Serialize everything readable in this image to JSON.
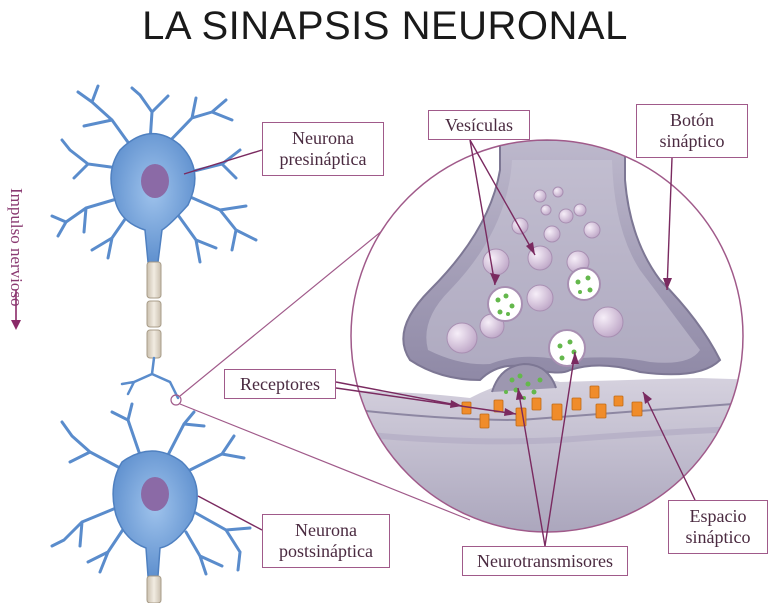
{
  "title": "LA SINAPSIS NEURONAL",
  "labels": {
    "presynaptic_neuron": "Neurona\npresináptica",
    "vesicles": "Vesículas",
    "synaptic_button": "Botón\nsináptico",
    "receptors": "Receptores",
    "postsynaptic_neuron": "Neurona\npostsináptica",
    "neurotransmitters": "Neurotransmisores",
    "synaptic_space": "Espacio\nsináptico",
    "nerve_impulse": "Impulso nervioso"
  },
  "colors": {
    "neuron_body": "#6c9fd6",
    "nucleus": "#8b6aa6",
    "axon_myelin": "#e6dfd2",
    "synapse_membrane": "#a9a4bb",
    "vesicle": "#d8c6dc",
    "receptor": "#f08c2a",
    "neurotransmitter": "#64b84c",
    "label_border": "#a05a8a",
    "arrow": "#8a2a68"
  }
}
